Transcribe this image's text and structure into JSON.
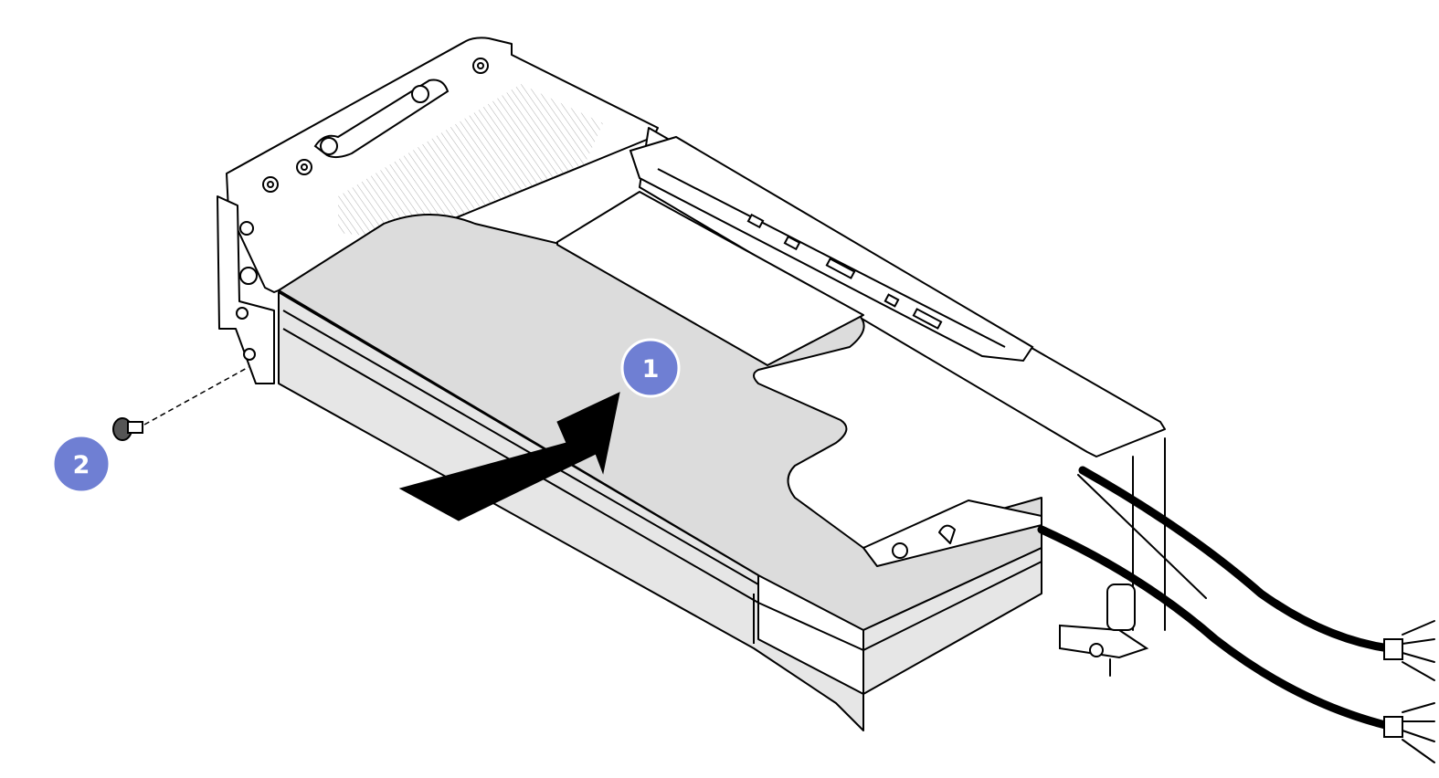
{
  "figure": {
    "description_type": "installation-step-illustration"
  },
  "callouts": [
    {
      "label": "1",
      "meaning": "slide-in-direction"
    },
    {
      "label": "2",
      "meaning": "screw"
    }
  ],
  "colors": {
    "callout_fill": "#6f7fd3",
    "card_fill": "#dcdcdc",
    "card_side": "#e6e6e6",
    "line": "#000000",
    "arrow": "#000000",
    "background": "#ffffff"
  }
}
